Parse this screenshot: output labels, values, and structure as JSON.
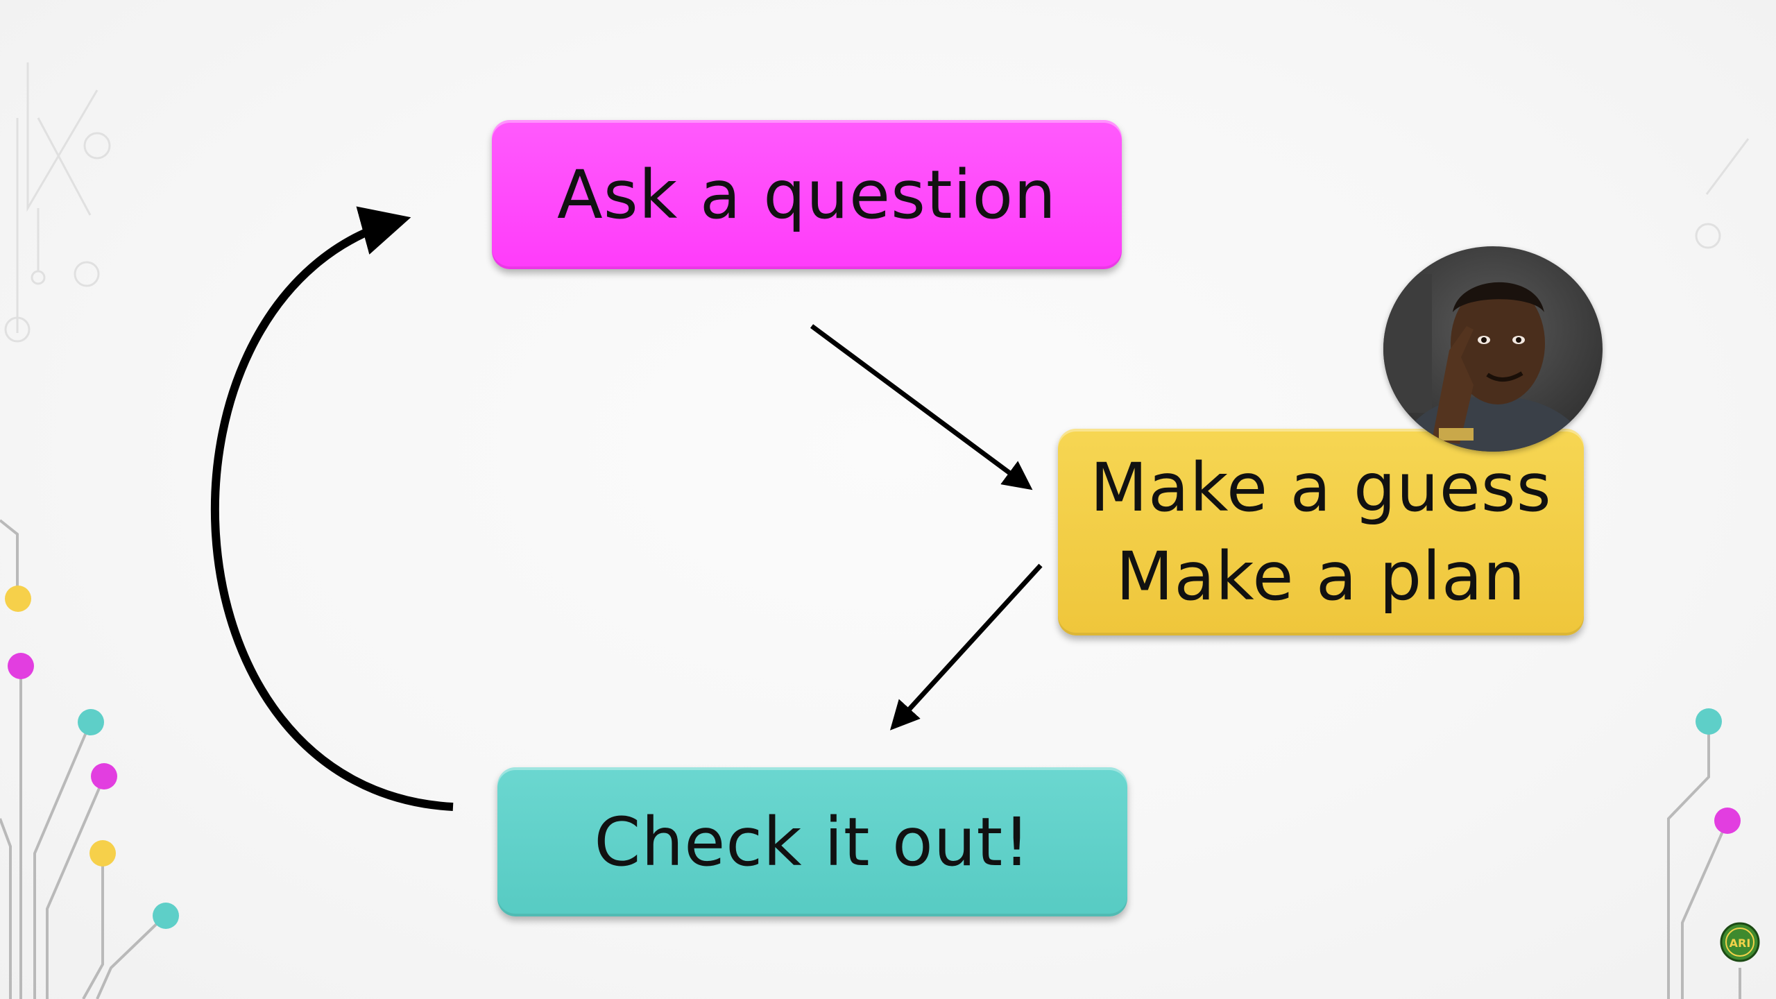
{
  "colors": {
    "ask": "#ff40fb",
    "guess": "#f2cd44",
    "check": "#5dcfc8",
    "arrow": "#000000",
    "deco_pink": "#e23ee0",
    "deco_teal": "#5ecfc8",
    "deco_yellow": "#f6d04a",
    "deco_line": "#b9b9b9"
  },
  "nodes": {
    "ask": {
      "label": "Ask a question"
    },
    "guess": {
      "lines": [
        "Make a guess",
        "Make a plan"
      ]
    },
    "check": {
      "label": "Check it out!"
    }
  },
  "edges": [
    {
      "from": "ask",
      "to": "guess"
    },
    {
      "from": "guess",
      "to": "check"
    },
    {
      "from": "check",
      "to": "ask"
    }
  ],
  "image": {
    "subject": "person-thinking-meme"
  },
  "logo": {
    "name": "circular-logo",
    "text": "ARI"
  }
}
